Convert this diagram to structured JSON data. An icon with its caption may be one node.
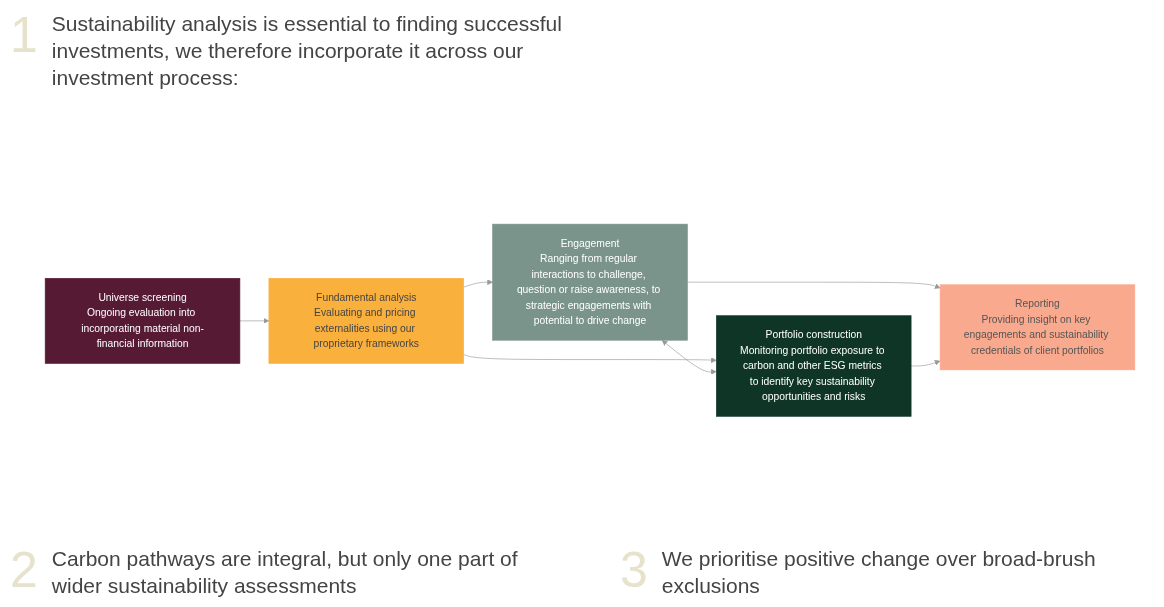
{
  "diagram": {
    "nodes": [
      {
        "text": [
          "Universe screening",
          "Ongoing evaluation into incorporating material non-financial information"
        ]
      },
      {
        "text": [
          "Fundamental analysis",
          "Evaluating and pricing externalities using our proprietary frameworks"
        ]
      },
      {
        "text": [
          "Engagement",
          "Ranging from regular interactions to challenge, question or raise awareness, to strategic engagements with potential to drive change"
        ]
      },
      {
        "text": [
          "Portfolio construction",
          "Monitoring portfolio exposure to carbon and other ESG metrics to identify key sustainability opportunities and risks"
        ]
      },
      {
        "text": [
          "Reporting",
          "Providing insight on key engagements and sustainability credentials of client portfolios"
        ]
      }
    ],
    "edges": [
      {
        "from": 0,
        "to": 1,
        "arrow": "to"
      },
      {
        "from": 1,
        "to": 2,
        "arrow": "to"
      },
      {
        "from": 1,
        "to": 3,
        "arrow": "to"
      },
      {
        "from": 2,
        "to": 3,
        "arrow": "both"
      },
      {
        "from": 2,
        "to": 4,
        "arrow": "to"
      },
      {
        "from": 3,
        "to": 4,
        "arrow": "to"
      }
    ],
    "labels": [
      "1",
      "Sustainability analysis is essential to finding successful investments, we therefore incorporate it across our investment process:",
      "2",
      "Carbon pathways are integral, but only one part of wider sustainability assessments",
      "3",
      "We prioritise positive change over broad-brush exclusions"
    ]
  }
}
